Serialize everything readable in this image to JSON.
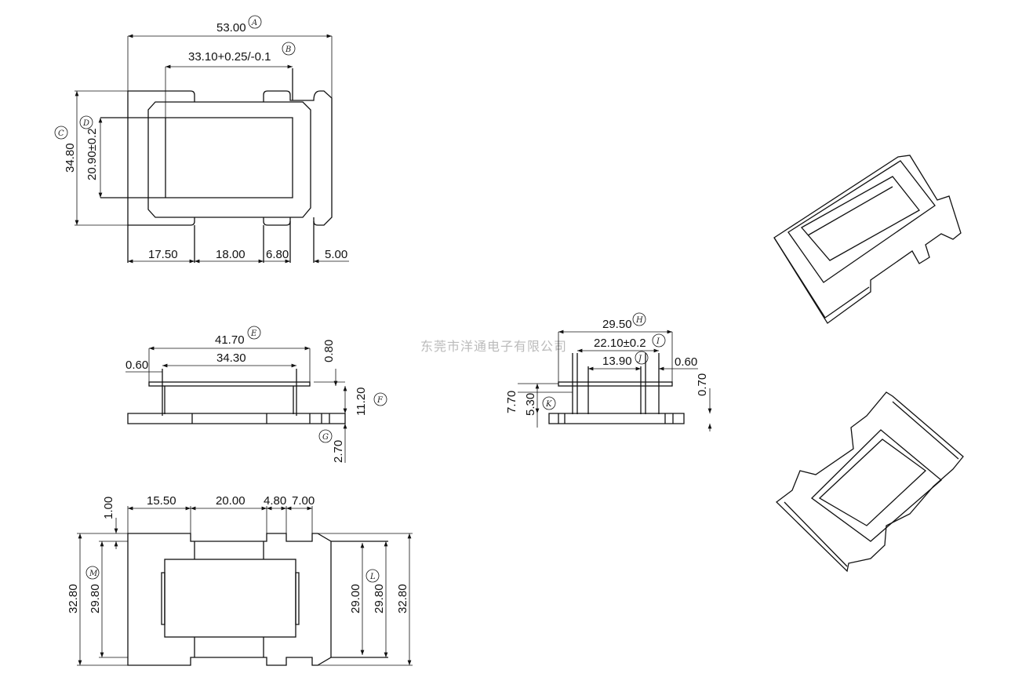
{
  "watermark": "东莞市洋通电子有限公司",
  "top_view": {
    "dims": {
      "a": "53.00",
      "b": "33.10+0.25/-0.1",
      "c": "34.80",
      "d": "20.90±0.2",
      "w1": "17.50",
      "w2": "18.00",
      "w3": "6.80",
      "w4": "5.00"
    },
    "labels": {
      "a": "A",
      "b": "B",
      "c": "C",
      "d": "D"
    }
  },
  "side_view": {
    "dims": {
      "e": "41.70",
      "inner": "34.30",
      "t": "0.60",
      "h1": "0.80",
      "f": "11.20",
      "g": "2.70"
    },
    "labels": {
      "e": "E",
      "f": "F",
      "g": "G"
    }
  },
  "end_view": {
    "dims": {
      "h": "29.50",
      "i": "22.10±0.2",
      "j": "13.90",
      "t": "0.60",
      "h1": "0.70",
      "k1": "7.70",
      "k2": "5.30"
    },
    "labels": {
      "h": "H",
      "i": "I",
      "j": "J",
      "k": "K"
    }
  },
  "bottom_view": {
    "dims": {
      "top": "1.00",
      "w1": "15.50",
      "w2": "20.00",
      "w3": "4.80",
      "w4": "7.00",
      "l1": "32.80",
      "m": "29.80",
      "r1": "29.00",
      "r2": "29.80",
      "r3": "32.80"
    },
    "labels": {
      "m": "M",
      "l": "L"
    }
  }
}
